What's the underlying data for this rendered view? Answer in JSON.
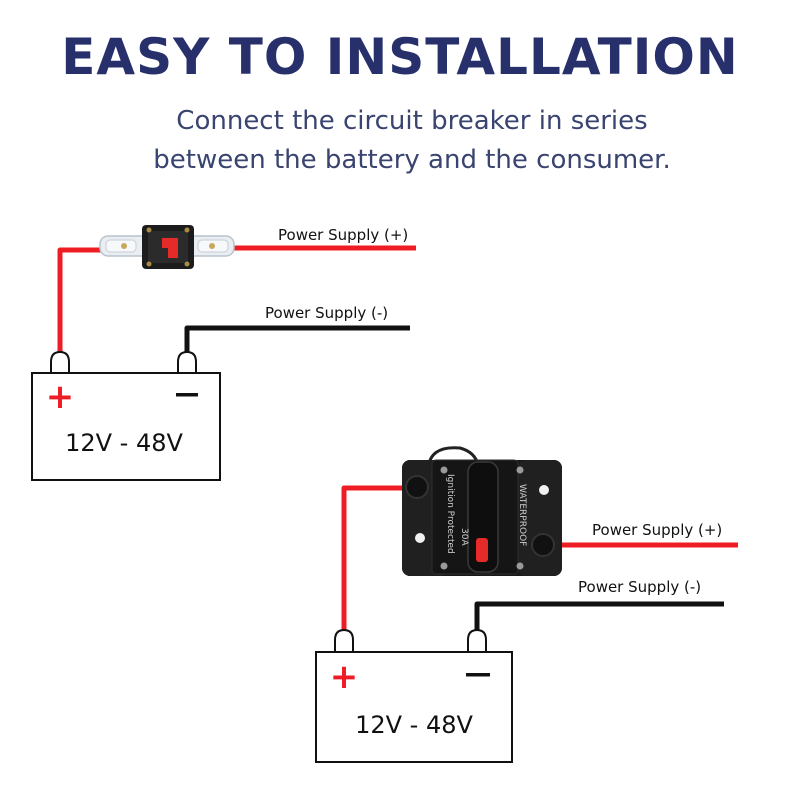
{
  "header": {
    "title": "EASY TO INSTALLATION",
    "subtitle_line1": "Connect the circuit breaker in series",
    "subtitle_line2": "between the battery and the consumer."
  },
  "diagram_top": {
    "label_positive": "Power Supply (+)",
    "label_negative": "Power Supply (-)",
    "battery_voltage": "12V - 48V",
    "plus_sign": "+",
    "minus_sign": "−"
  },
  "diagram_bottom": {
    "label_positive": "Power Supply (+)",
    "label_negative": "Power Supply (-)",
    "battery_voltage": "12V - 48V",
    "plus_sign": "+",
    "minus_sign": "−",
    "breaker_text_side": "Ignition Protected",
    "breaker_rating": "30A",
    "breaker_text_waterproof": "WATERPROOF"
  },
  "colors": {
    "title": "#27306b",
    "subtitle": "#3a4470",
    "positive_wire": "#ee1c25",
    "negative_wire": "#111111",
    "battery_outline": "#111111"
  }
}
